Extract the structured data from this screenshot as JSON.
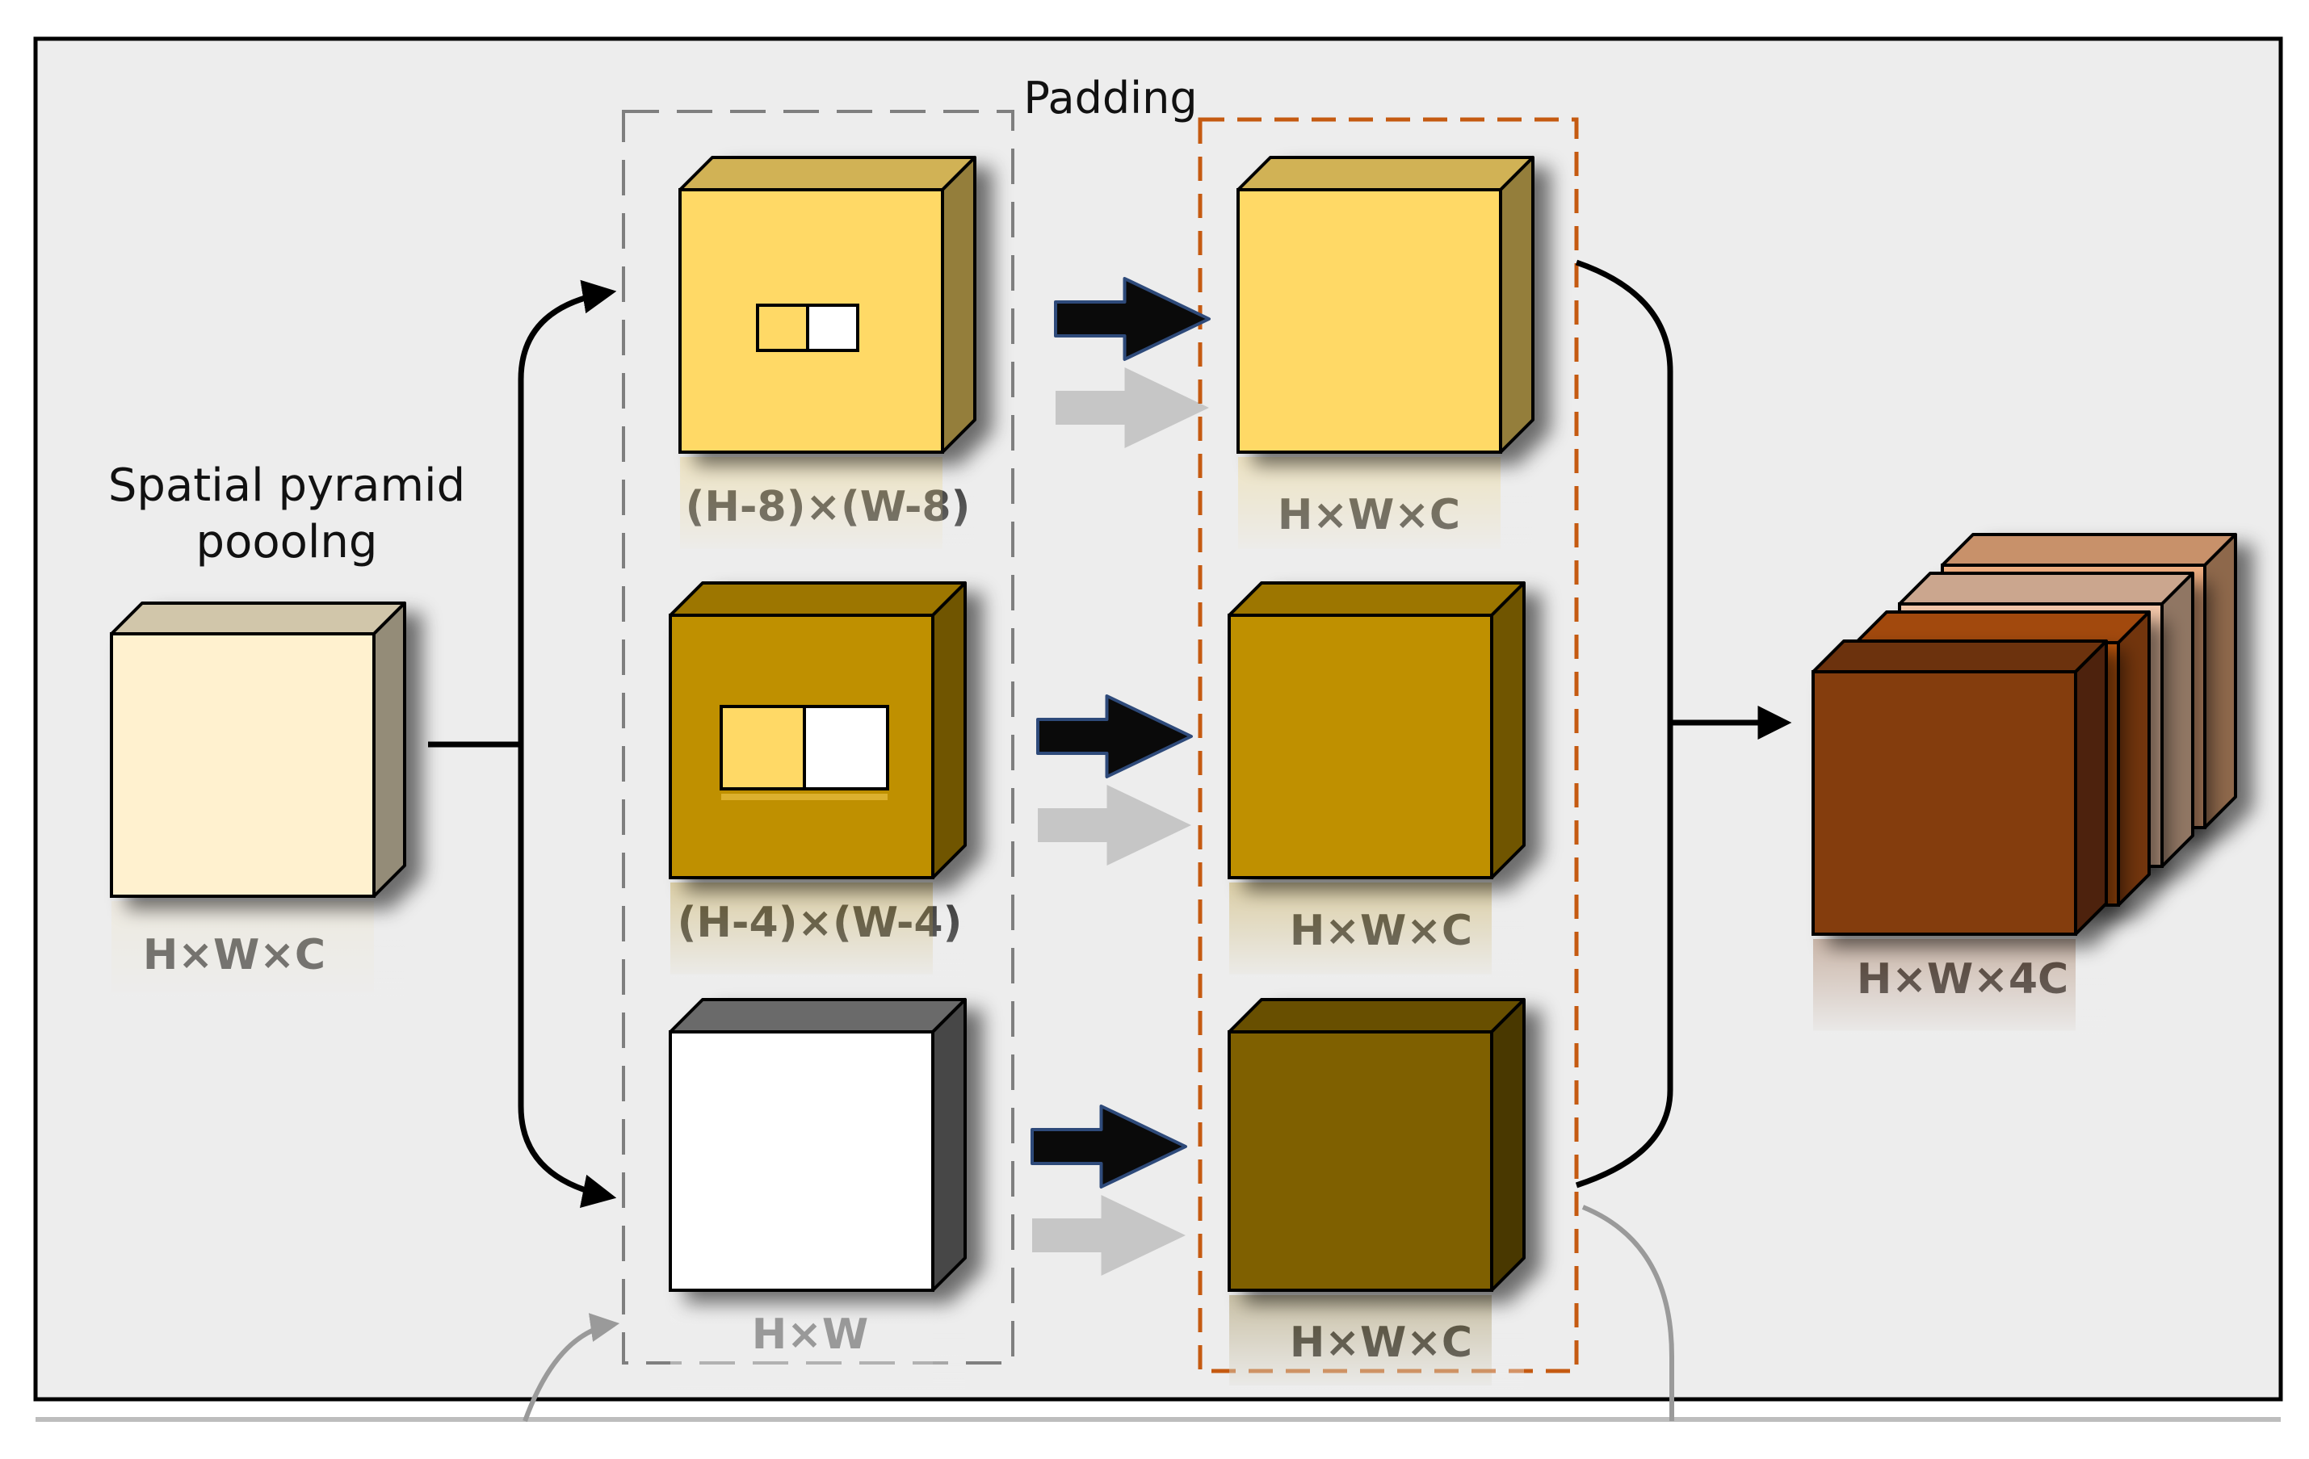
{
  "title_label": "Spatial  pyramid",
  "title_label_line2": "pooolng",
  "input_block": {
    "label": "H×W×C",
    "color": "#FFF1CF"
  },
  "padding_label": "Padding",
  "left_blocks": [
    {
      "label": "(H-8)×(W-8)",
      "color": "#FFD966"
    },
    {
      "label": "(H-4)×(W-4)",
      "color": "#BF9000"
    },
    {
      "label": "H×W",
      "color": "#FFFFFF"
    }
  ],
  "right_blocks": [
    {
      "label": "H×W×C",
      "color": "#FFD966"
    },
    {
      "label": "H×W×C",
      "color": "#BF9000"
    },
    {
      "label": "H×W×C",
      "color": "#7F6000"
    }
  ],
  "output_block": {
    "label": "H×W×4C",
    "colors": [
      "#F4B183",
      "#F8CBAD",
      "#C55A11",
      "#843C0C"
    ]
  },
  "colors": {
    "background": "#EDEDED",
    "border": "#000000",
    "left_box_dash": "#7F7F7F",
    "right_box_dash": "#C55A11",
    "arrow_fill": "#0A0A0A",
    "arrow_edge": "#2E4A7A"
  }
}
